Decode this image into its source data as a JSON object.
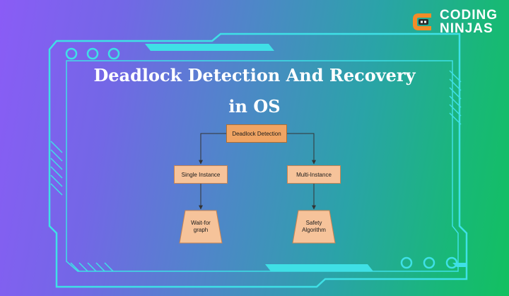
{
  "brand": {
    "line1": "CODING",
    "line2": "NINJAS"
  },
  "title": {
    "line1": "Deadlock Detection And Recovery",
    "line2": "in OS"
  },
  "diagram": {
    "root": "Deadlock Detection",
    "single": "Single Instance",
    "multi": "Multi-Instance",
    "leaf_left": [
      "Wait-for",
      "graph"
    ],
    "leaf_right": [
      "Safety",
      "Algorithm"
    ]
  },
  "colors": {
    "frame": "#3fe0e6",
    "node_fill": "#f6c39a",
    "root_fill": "#f0a463",
    "brand_orange": "#f28c28"
  }
}
